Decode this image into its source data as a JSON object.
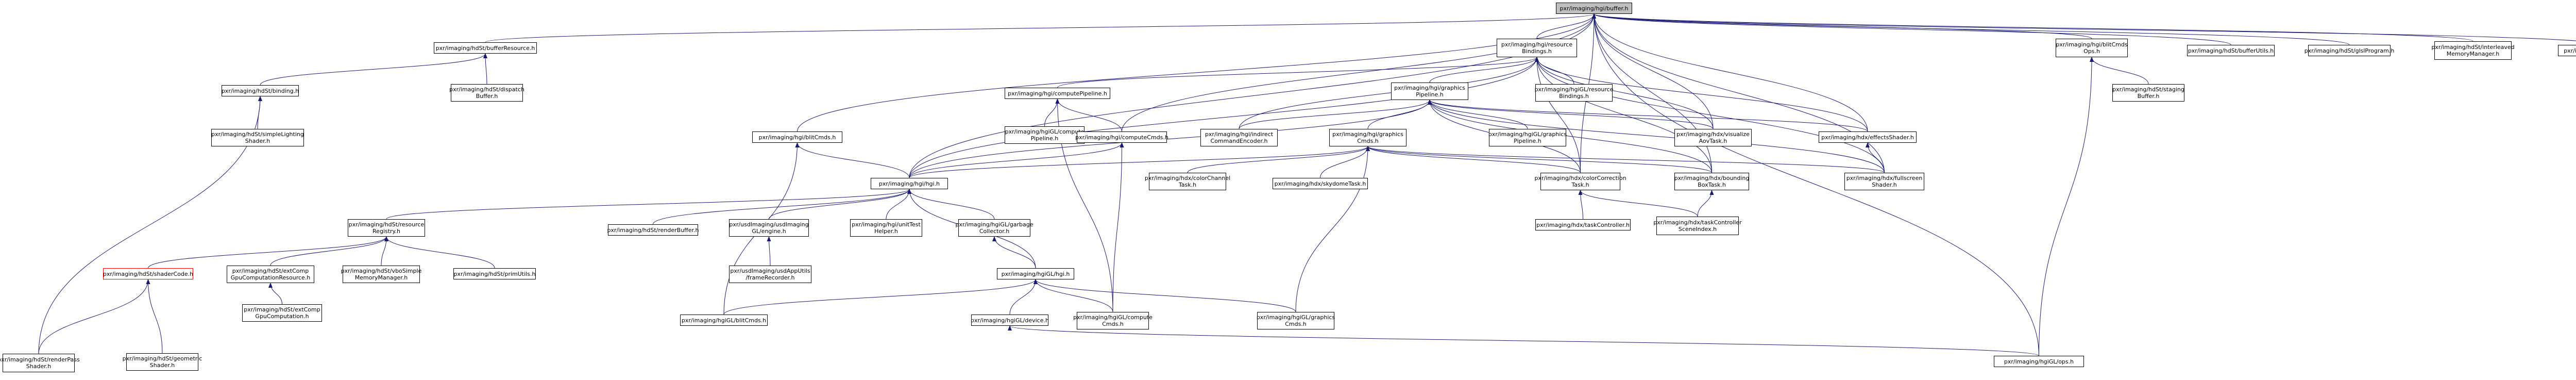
{
  "colors": {
    "edge": "#191970",
    "root_fill": "#bfbfbf",
    "red_border": "#ff0000"
  },
  "nodes": [
    {
      "id": "root",
      "lines": [
        "pxr/imaging/hgi/buffer.h"
      ],
      "root": true
    },
    {
      "id": "bufferResource",
      "lines": [
        "pxr/imaging/hdSt/bufferResource.h"
      ]
    },
    {
      "id": "binding",
      "lines": [
        "pxr/imaging/hdSt/binding.h"
      ]
    },
    {
      "id": "dispatchBuffer",
      "lines": [
        "pxr/imaging/hdSt/dispatch",
        "Buffer.h"
      ]
    },
    {
      "id": "simpleLighting",
      "lines": [
        "pxr/imaging/hdSt/simpleLighting",
        "Shader.h"
      ]
    },
    {
      "id": "renderPassShader",
      "lines": [
        "pxr/imaging/hdSt/renderPass",
        "Shader.h"
      ]
    },
    {
      "id": "resourceBindings",
      "lines": [
        "pxr/imaging/hgi/resource",
        "Bindings.h"
      ]
    },
    {
      "id": "computePipeline",
      "lines": [
        "pxr/imaging/hgi/computePipeline.h"
      ]
    },
    {
      "id": "graphicsPipeline",
      "lines": [
        "pxr/imaging/hgi/graphics",
        "Pipeline.h"
      ]
    },
    {
      "id": "glResourceBindings",
      "lines": [
        "pxr/imaging/hgiGL/resource",
        "Bindings.h"
      ]
    },
    {
      "id": "blitCmdsTop",
      "lines": [
        "pxr/imaging/hgi/blitCmds.h"
      ]
    },
    {
      "id": "glComputePipeline",
      "lines": [
        "pxr/imaging/hgiGL/compute",
        "Pipeline.h"
      ]
    },
    {
      "id": "computeCmds",
      "lines": [
        "pxr/imaging/hgi/computeCmds.h"
      ]
    },
    {
      "id": "indirectCommandEncoder",
      "lines": [
        "pxr/imaging/hgi/indirect",
        "CommandEncoder.h"
      ]
    },
    {
      "id": "graphicsCmds",
      "lines": [
        "pxr/imaging/hgi/graphics",
        "Cmds.h"
      ]
    },
    {
      "id": "glGraphicsPipeline",
      "lines": [
        "pxr/imaging/hgiGL/graphics",
        "Pipeline.h"
      ]
    },
    {
      "id": "visualizeAov",
      "lines": [
        "pxr/imaging/hdx/visualize",
        "AovTask.h"
      ]
    },
    {
      "id": "effectsShader",
      "lines": [
        "pxr/imaging/hdx/effectsShader.h"
      ]
    },
    {
      "id": "hgiH",
      "lines": [
        "pxr/imaging/hgi/hgi.h"
      ]
    },
    {
      "id": "colorChannel",
      "lines": [
        "pxr/imaging/hdx/colorChannel",
        "Task.h"
      ]
    },
    {
      "id": "skydome",
      "lines": [
        "pxr/imaging/hdx/skydomeTask.h"
      ]
    },
    {
      "id": "colorCorrection",
      "lines": [
        "pxr/imaging/hdx/colorCorrection",
        "Task.h"
      ]
    },
    {
      "id": "boundingBox",
      "lines": [
        "pxr/imaging/hdx/bounding",
        "BoxTask.h"
      ]
    },
    {
      "id": "fullscreenShader",
      "lines": [
        "pxr/imaging/hdx/fullscreen",
        "Shader.h"
      ]
    },
    {
      "id": "blitCmdsOps",
      "lines": [
        "pxr/imaging/hgi/blitCmds",
        "Ops.h"
      ]
    },
    {
      "id": "stagingBuffer",
      "lines": [
        "pxr/imaging/hdSt/staging",
        "Buffer.h"
      ]
    },
    {
      "id": "bufferUtils",
      "lines": [
        "pxr/imaging/hdSt/bufferUtils.h"
      ]
    },
    {
      "id": "glslProgram",
      "lines": [
        "pxr/imaging/hdSt/glslProgram.h"
      ]
    },
    {
      "id": "interleaved",
      "lines": [
        "pxr/imaging/hdSt/interleaved",
        "MemoryManager.h"
      ]
    },
    {
      "id": "glBuffer",
      "lines": [
        "pxr/imaging/hgiGL/buffer.h"
      ]
    },
    {
      "id": "resourceRegistry",
      "lines": [
        "pxr/imaging/hdSt/resource",
        "Registry.h"
      ]
    },
    {
      "id": "renderBuffer",
      "lines": [
        "pxr/imaging/hdSt/renderBuffer.h"
      ]
    },
    {
      "id": "usdImagingGLEngine",
      "lines": [
        "pxr/usdImaging/usdImaging",
        "GL/engine.h"
      ]
    },
    {
      "id": "unitTestHelper",
      "lines": [
        "pxr/imaging/hgi/unitTest",
        "Helper.h"
      ]
    },
    {
      "id": "garbageCollector",
      "lines": [
        "pxr/imaging/hgiGL/garbage",
        "Collector.h"
      ]
    },
    {
      "id": "frameRecorder",
      "lines": [
        "pxr/usdImaging/usdAppUtils",
        "/frameRecorder.h"
      ]
    },
    {
      "id": "glHgi",
      "lines": [
        "pxr/imaging/hgiGL/hgi.h"
      ]
    },
    {
      "id": "taskController",
      "lines": [
        "pxr/imaging/hdx/taskController.h"
      ]
    },
    {
      "id": "taskControllerSceneIndex",
      "lines": [
        "pxr/imaging/hdx/taskController",
        "SceneIndex.h"
      ]
    },
    {
      "id": "shaderCode",
      "lines": [
        "pxr/imaging/hdSt/shaderCode.h"
      ],
      "red": true
    },
    {
      "id": "extCompGpuResource",
      "lines": [
        "pxr/imaging/hdSt/extComp",
        "GpuComputationResource.h"
      ]
    },
    {
      "id": "vboSimple",
      "lines": [
        "pxr/imaging/hdSt/vboSimple",
        "MemoryManager.h"
      ]
    },
    {
      "id": "primUtils",
      "lines": [
        "pxr/imaging/hdSt/primUtils.h"
      ]
    },
    {
      "id": "geometricShader",
      "lines": [
        "pxr/imaging/hdSt/geometric",
        "Shader.h"
      ]
    },
    {
      "id": "extCompGpu",
      "lines": [
        "pxr/imaging/hdSt/extComp",
        "GpuComputation.h"
      ]
    },
    {
      "id": "glBlitCmds",
      "lines": [
        "pxr/imaging/hgiGL/blitCmds.h"
      ]
    },
    {
      "id": "glDevice",
      "lines": [
        "pxr/imaging/hgiGL/device.h"
      ]
    },
    {
      "id": "glComputeCmds",
      "lines": [
        "pxr/imaging/hgiGL/compute",
        "Cmds.h"
      ]
    },
    {
      "id": "glGraphicsCmds",
      "lines": [
        "pxr/imaging/hgiGL/graphics",
        "Cmds.h"
      ]
    },
    {
      "id": "glOps",
      "lines": [
        "pxr/imaging/hgiGL/ops.h"
      ]
    }
  ],
  "edges": [
    [
      "bufferResource",
      "root"
    ],
    [
      "resourceBindings",
      "root"
    ],
    [
      "blitCmdsOps",
      "root"
    ],
    [
      "bufferUtils",
      "root"
    ],
    [
      "glslProgram",
      "root"
    ],
    [
      "interleaved",
      "root"
    ],
    [
      "glBuffer",
      "root"
    ],
    [
      "computeCmds",
      "root"
    ],
    [
      "visualizeAov",
      "root"
    ],
    [
      "effectsShader",
      "root"
    ],
    [
      "boundingBox",
      "root"
    ],
    [
      "fullscreenShader",
      "root"
    ],
    [
      "blitCmdsTop",
      "root"
    ],
    [
      "hgiH",
      "root"
    ],
    [
      "colorCorrection",
      "root"
    ],
    [
      "glOps",
      "root"
    ],
    [
      "binding",
      "bufferResource"
    ],
    [
      "dispatchBuffer",
      "bufferResource"
    ],
    [
      "simpleLighting",
      "binding"
    ],
    [
      "renderPassShader",
      "binding"
    ],
    [
      "computePipeline",
      "resourceBindings"
    ],
    [
      "graphicsPipeline",
      "resourceBindings"
    ],
    [
      "glResourceBindings",
      "resourceBindings"
    ],
    [
      "indirectCommandEncoder",
      "resourceBindings"
    ],
    [
      "visualizeAov",
      "resourceBindings"
    ],
    [
      "effectsShader",
      "resourceBindings"
    ],
    [
      "boundingBox",
      "resourceBindings"
    ],
    [
      "colorCorrection",
      "resourceBindings"
    ],
    [
      "hgiH",
      "resourceBindings"
    ],
    [
      "fullscreenShader",
      "resourceBindings"
    ],
    [
      "glComputePipeline",
      "computePipeline"
    ],
    [
      "computeCmds",
      "computePipeline"
    ],
    [
      "glComputeCmds",
      "computePipeline"
    ],
    [
      "glGraphicsPipeline",
      "graphicsPipeline"
    ],
    [
      "graphicsCmds",
      "graphicsPipeline"
    ],
    [
      "indirectCommandEncoder",
      "graphicsPipeline"
    ],
    [
      "visualizeAov",
      "graphicsPipeline"
    ],
    [
      "effectsShader",
      "graphicsPipeline"
    ],
    [
      "boundingBox",
      "graphicsPipeline"
    ],
    [
      "colorCorrection",
      "graphicsPipeline"
    ],
    [
      "hgiH",
      "graphicsPipeline"
    ],
    [
      "fullscreenShader",
      "graphicsPipeline"
    ],
    [
      "hgiH",
      "blitCmdsTop"
    ],
    [
      "glBlitCmds",
      "blitCmdsTop"
    ],
    [
      "hgiH",
      "computeCmds"
    ],
    [
      "glComputeCmds",
      "computeCmds"
    ],
    [
      "hgiH",
      "graphicsCmds"
    ],
    [
      "colorChannel",
      "graphicsCmds"
    ],
    [
      "skydome",
      "graphicsCmds"
    ],
    [
      "colorCorrection",
      "graphicsCmds"
    ],
    [
      "boundingBox",
      "graphicsCmds"
    ],
    [
      "fullscreenShader",
      "graphicsCmds"
    ],
    [
      "glGraphicsCmds",
      "graphicsCmds"
    ],
    [
      "fullscreenShader",
      "effectsShader"
    ],
    [
      "stagingBuffer",
      "blitCmdsOps"
    ],
    [
      "glOps",
      "blitCmdsOps"
    ],
    [
      "resourceRegistry",
      "hgiH"
    ],
    [
      "renderBuffer",
      "hgiH"
    ],
    [
      "usdImagingGLEngine",
      "hgiH"
    ],
    [
      "unitTestHelper",
      "hgiH"
    ],
    [
      "garbageCollector",
      "hgiH"
    ],
    [
      "glHgi",
      "hgiH"
    ],
    [
      "taskController",
      "colorCorrection"
    ],
    [
      "taskControllerSceneIndex",
      "colorCorrection"
    ],
    [
      "taskControllerSceneIndex",
      "boundingBox"
    ],
    [
      "shaderCode",
      "resourceRegistry"
    ],
    [
      "extCompGpuResource",
      "resourceRegistry"
    ],
    [
      "vboSimple",
      "resourceRegistry"
    ],
    [
      "primUtils",
      "resourceRegistry"
    ],
    [
      "frameRecorder",
      "usdImagingGLEngine"
    ],
    [
      "glHgi",
      "garbageCollector"
    ],
    [
      "renderPassShader",
      "shaderCode"
    ],
    [
      "geometricShader",
      "shaderCode"
    ],
    [
      "extCompGpu",
      "extCompGpuResource"
    ],
    [
      "glBlitCmds",
      "glHgi"
    ],
    [
      "glDevice",
      "glHgi"
    ],
    [
      "glComputeCmds",
      "glHgi"
    ],
    [
      "glGraphicsCmds",
      "glHgi"
    ],
    [
      "glOps",
      "glDevice"
    ]
  ]
}
